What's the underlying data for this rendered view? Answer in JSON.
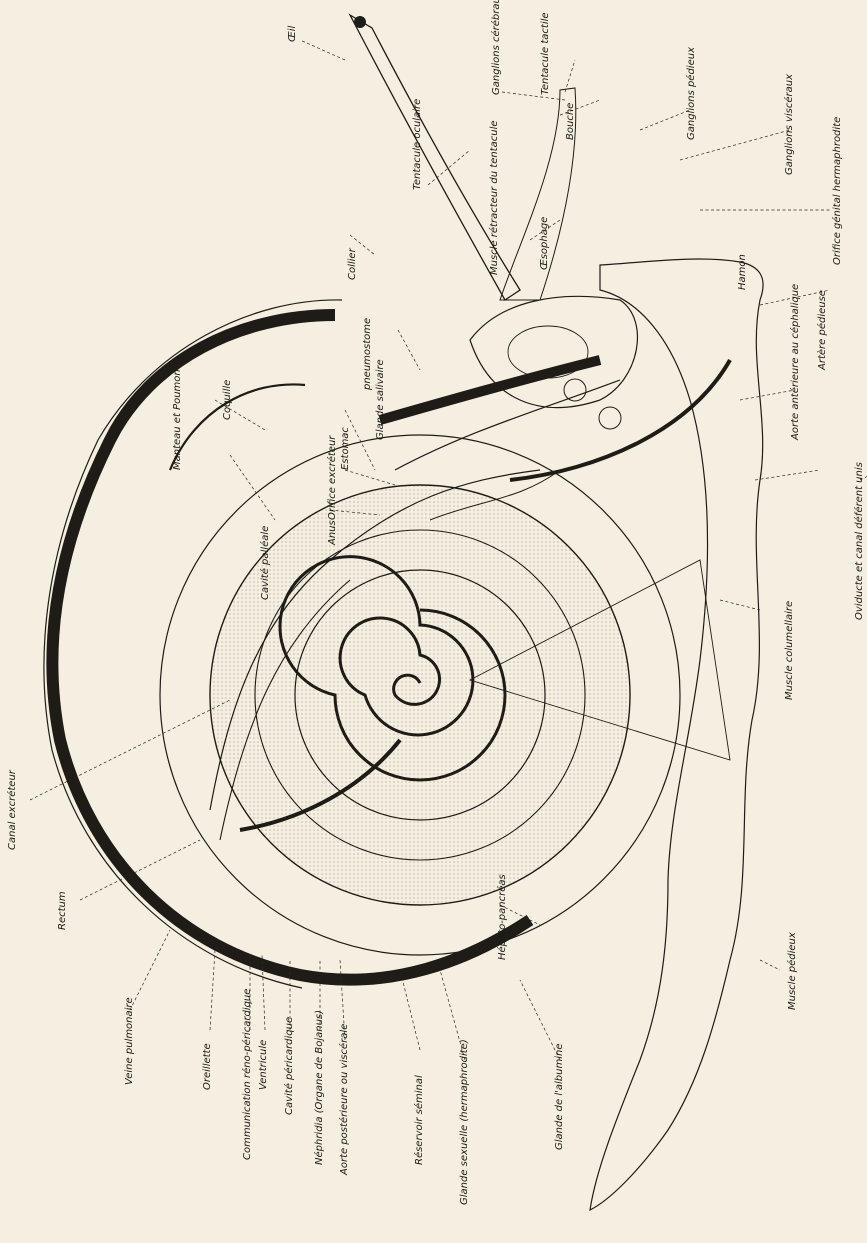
{
  "colors": {
    "paper": "#f4efe0",
    "ink": "#1f1c17",
    "hatch": "#8c8676"
  },
  "signature": "Hamon",
  "labels": {
    "oeil": "Œil",
    "ganglions_cerebraux": "Ganglions cérébraux",
    "tentacule_tactile": "Tentacule tactile",
    "bouche": "Bouche",
    "ganglions_pedieux": "Ganglions pédieux",
    "ganglions_visceraux": "Ganglions viscéraux",
    "orifice_genital": "Orifice génital hermaphrodite",
    "tentacule_oculaire": "Tentacule oculaire",
    "muscle_retracteur": "Muscle rétracteur du tentacule",
    "oesophage": "Œsophage",
    "artere_pedieuse": "Artère pédieuse",
    "pneumostome": "pneumostome",
    "collier": "Collier",
    "glande_salivaire": "Glande salivaire",
    "aorte_anterieure": "Aorte antérieure au céphalique",
    "coquille": "Coquille",
    "estomac": "Estomac",
    "oviducte_canal": "Oviducte et canal déférent unis",
    "manteau_poumon": "Manteau et Poumon",
    "orifice_excreteur": "Orifice excréteur",
    "anus": "Anus",
    "cavite_palleale": "Cavité palléale",
    "muscle_columellaire": "Muscle columellaire",
    "canal_excreteur": "Canal excréteur",
    "rectum": "Rectum",
    "muscle_pedieux": "Muscle pédieux",
    "hepato_pancreas": "Hépato-pancréas",
    "veine_pulmonaire": "Veine pulmonaire",
    "oreillette": "Oreillette",
    "communication": "Communication réno-péricardique",
    "ventricule": "Ventricule",
    "cavite_pericardique": "Cavité péricardique",
    "nephridia": "Néphridia (Organe de Bojanus)",
    "aorte_posterieure": "Aorte postérieure ou viscérale",
    "reservoir_seminal": "Réservoir séminal",
    "glande_sexuelle": "Glande sexuelle (hermaphrodite)",
    "glande_albumine": "Glande de l'albumine"
  }
}
